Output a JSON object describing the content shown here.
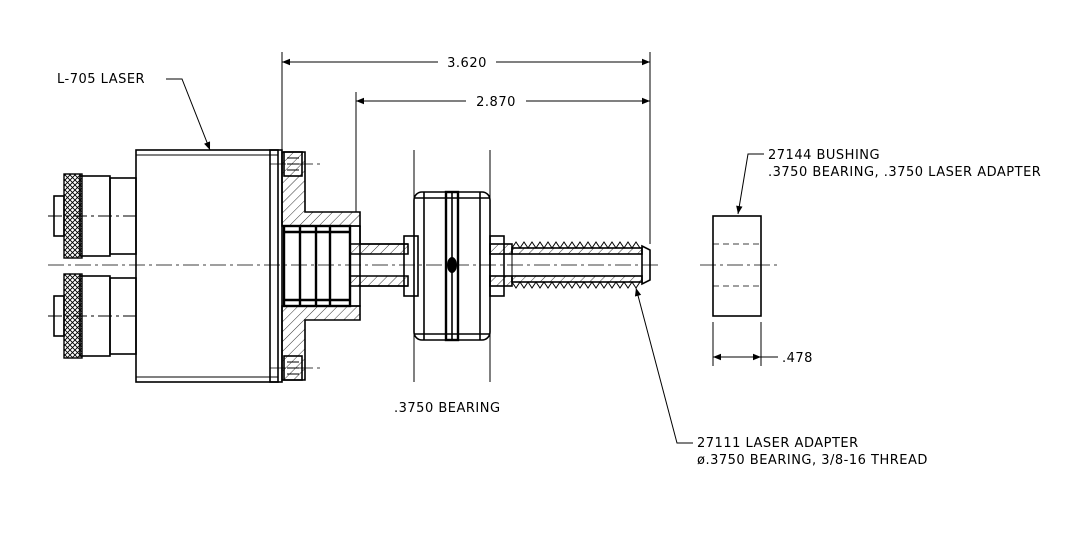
{
  "labels": {
    "laser": "L-705 LASER",
    "bearing": ".3750 BEARING",
    "bushing_line1": "27144 BUSHING",
    "bushing_line2": ".3750 BEARING, .3750 LASER ADAPTER",
    "adapter_line1": "27111 LASER ADAPTER",
    "adapter_line2": "ø.3750 BEARING, 3/8-16 THREAD"
  },
  "dimensions": {
    "overall": "3.620",
    "adapter": "2.870",
    "bushing_width": ".478"
  }
}
